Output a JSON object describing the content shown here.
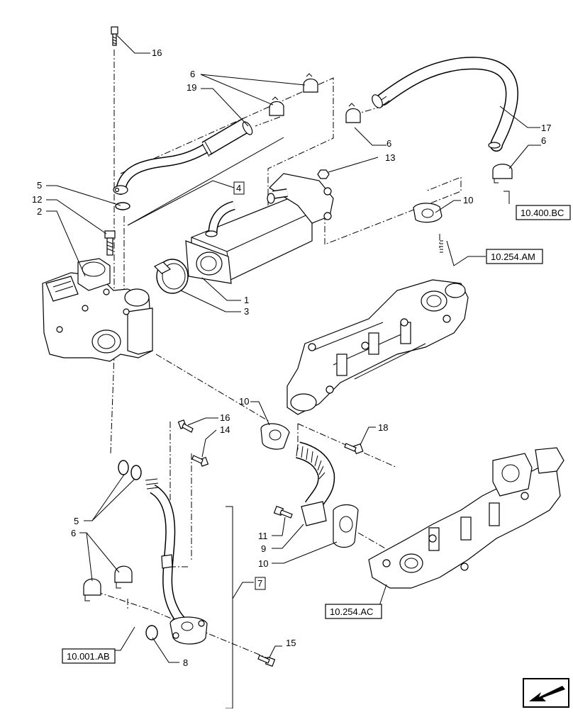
{
  "callouts": {
    "c16a": "16",
    "c6a": "6",
    "c19": "19",
    "c17": "17",
    "c6b": "6",
    "c6c": "6",
    "c13": "13",
    "c5a": "5",
    "c12": "12",
    "c2": "2",
    "c4": "4",
    "c10a": "10",
    "c1": "1",
    "c3": "3",
    "c10b": "10",
    "c16b": "16",
    "c14": "14",
    "c18": "18",
    "c5b": "5",
    "c6d": "6",
    "c11": "11",
    "c9": "9",
    "c10c": "10",
    "c7": "7",
    "c8": "8",
    "c15": "15"
  },
  "references": {
    "ref_400bc": "10.400.BC",
    "ref_254am": "10.254.AM",
    "ref_254ac": "10.254.AC",
    "ref_001ab": "10.001.AB"
  },
  "nav_icon": "arrow-left-down-icon"
}
